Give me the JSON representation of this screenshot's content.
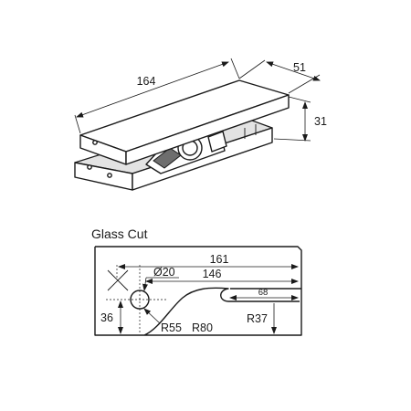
{
  "top_view": {
    "dimensions": {
      "length": "164",
      "depth": "51",
      "height": "31"
    }
  },
  "glass_cut": {
    "title": "Glass Cut",
    "dimensions": {
      "total_width": "161",
      "inner_width": "146",
      "hole_diameter": "Ø20",
      "bottom_segment": "68",
      "hole_height": "36",
      "radius_right": "R37",
      "radius_left": "R55",
      "radius_curve": "R80"
    }
  }
}
